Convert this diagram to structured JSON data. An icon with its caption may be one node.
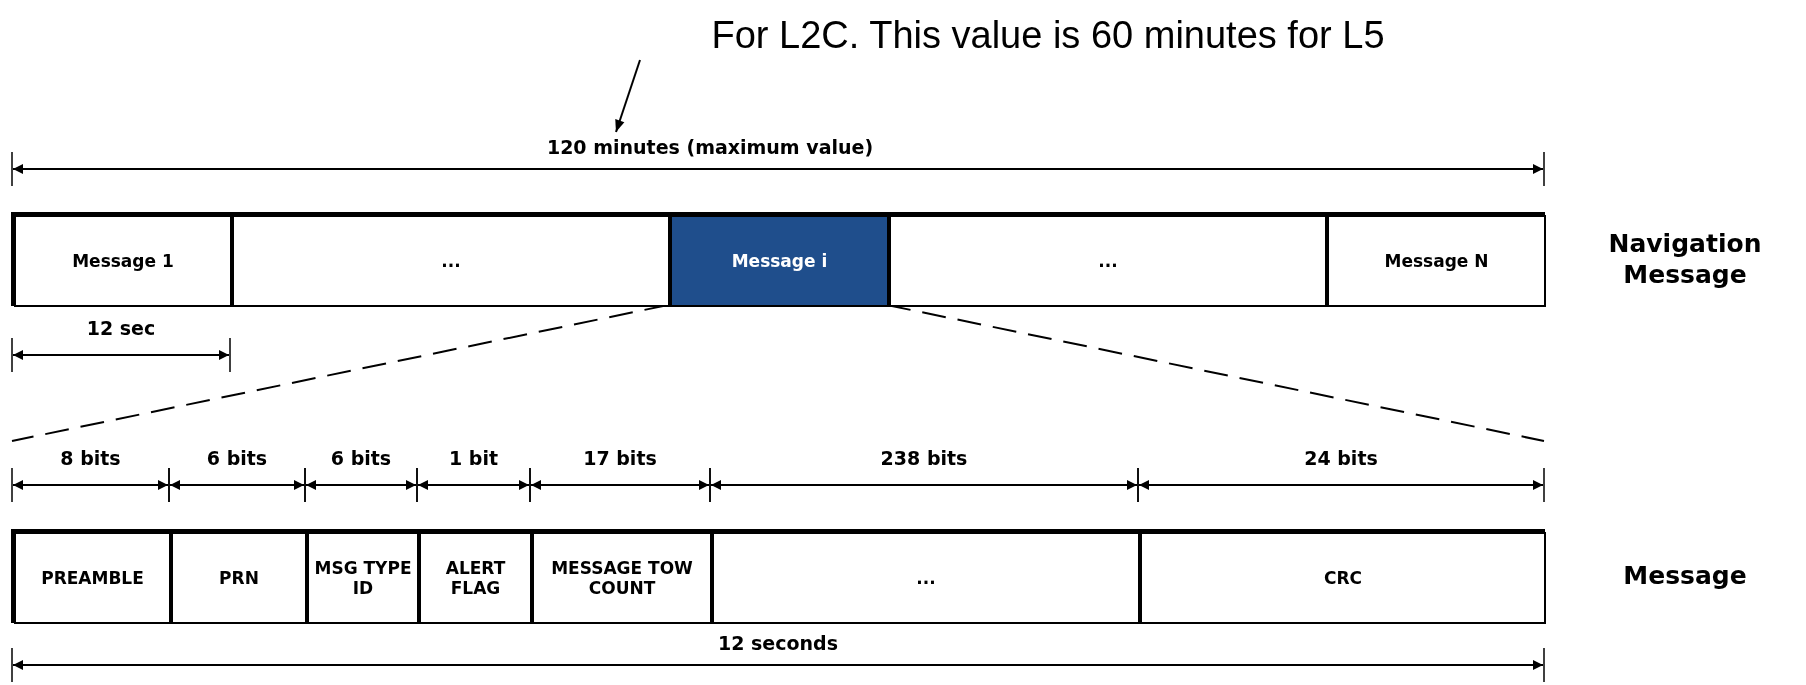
{
  "diagram": {
    "nodes": [
      {
        "text": [
          "For L2C.  This value is 60 minutes for L5"
        ]
      },
      {
        "text": [
          "120 minutes (maximum value)"
        ]
      },
      {
        "text": [],
        "shape": "bar",
        "beside": [
          "Navigation Message"
        ]
      },
      {
        "text": [
          "Message 1"
        ],
        "in": 2
      },
      {
        "text": [
          "..."
        ],
        "in": 2
      },
      {
        "text": [
          "Message i"
        ],
        "in": 2
      },
      {
        "text": [
          "..."
        ],
        "in": 2
      },
      {
        "text": [
          "Message N"
        ],
        "in": 2
      },
      {
        "text": [],
        "shape": "bar",
        "beside": [
          "Message"
        ]
      },
      {
        "text": [
          "PREAMBLE"
        ],
        "in": 8
      },
      {
        "text": [
          "PRN"
        ],
        "in": 8
      },
      {
        "text": [
          "MSG TYPE ID"
        ],
        "in": 8
      },
      {
        "text": [
          "ALERT FLAG"
        ],
        "in": 8
      },
      {
        "text": [
          "MESSAGE TOW COUNT"
        ],
        "in": 8
      },
      {
        "text": [
          "..."
        ],
        "in": 8
      },
      {
        "text": [
          "CRC"
        ],
        "in": 8
      }
    ],
    "edges": [
      {
        "from": 0,
        "to": 1,
        "arrow": "to"
      },
      {
        "from": 5,
        "to": 8,
        "arrow": "none",
        "style": "dashed"
      },
      {
        "from": 5,
        "to": 8,
        "arrow": "none",
        "style": "dashed"
      }
    ],
    "labels": [
      "12 sec",
      "8 bits",
      "6 bits",
      "6 bits",
      "1 bit",
      "17 bits",
      "238 bits",
      "24 bits",
      "12 seconds"
    ]
  }
}
